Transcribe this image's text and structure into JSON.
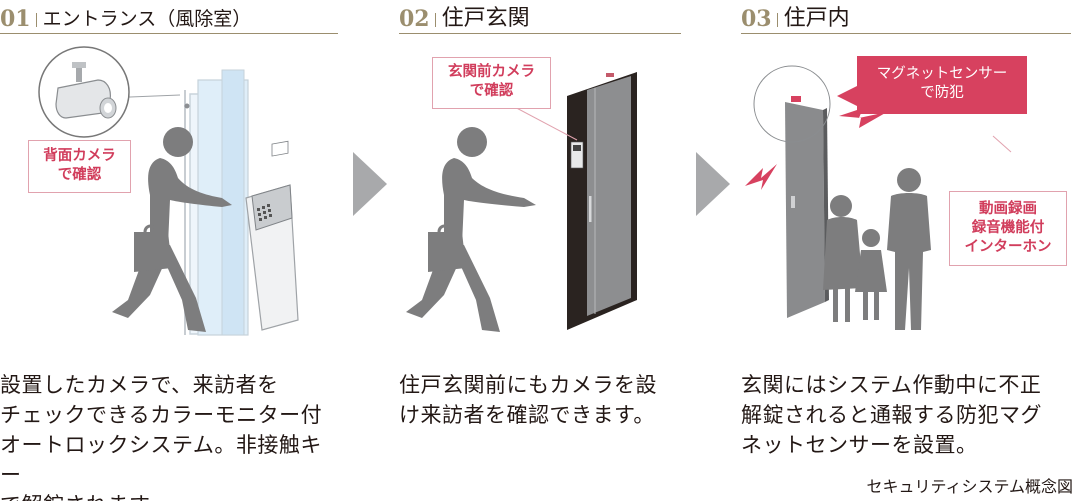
{
  "steps": [
    {
      "number": "01",
      "title": "エントランス（風除室）",
      "callouts": [
        "背面カメラ\nで確認"
      ],
      "caption": "設置したカメラで、来訪者を\nチェックできるカラーモニター付\nオートロックシステム。非接触キー\nで解錠されます。"
    },
    {
      "number": "02",
      "title": "住戸玄関",
      "callouts": [
        "玄関前カメラ\nで確認"
      ],
      "caption": "住戸玄関前にもカメラを設\nけ来訪者を確認できます。"
    },
    {
      "number": "03",
      "title": "住戸内",
      "callouts": [
        "マグネットセンサー\nで防犯",
        "動画録画\n録音機能付\nインターホン"
      ],
      "caption": "玄関にはシステム作動中に不正\n解錠されると通報する防犯マグ\nネットセンサーを設置。"
    }
  ],
  "footnote": "セキュリティシステム概念図",
  "colors": {
    "accent_gold": "#9b8e6e",
    "callout_pink": "#d7415f",
    "callout_border": "#e1a2ae",
    "silhouette": "#7d7d7e",
    "arrow_gray": "#a8a9ab"
  },
  "icons": [
    "security-camera-icon",
    "step-arrow-icon",
    "lightning-icon"
  ]
}
